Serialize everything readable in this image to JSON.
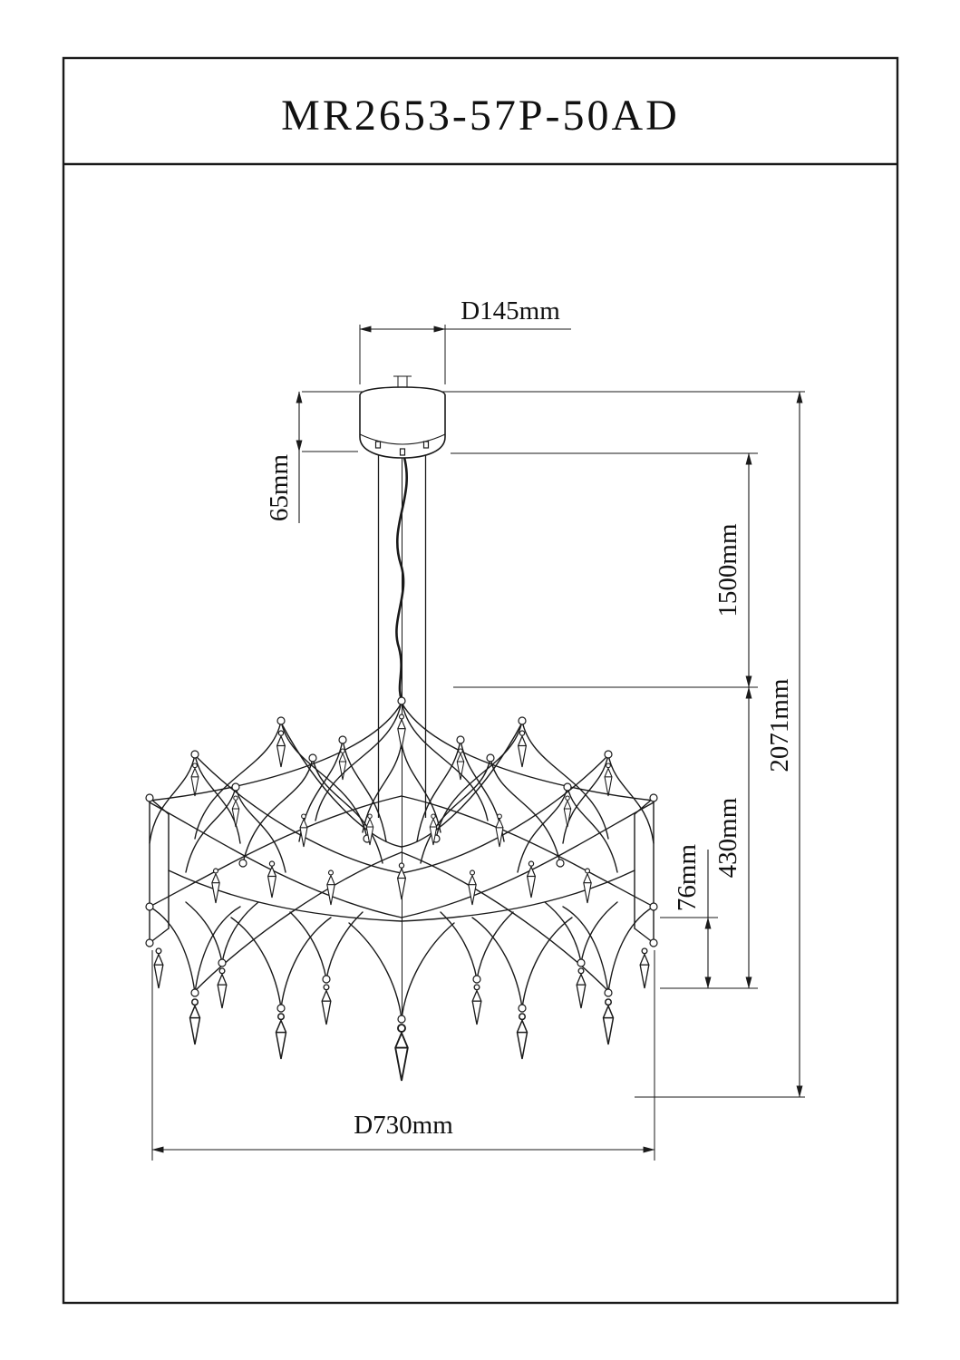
{
  "title": "MR2653-57P-50AD",
  "labels": {
    "canopy_diameter": "D145mm",
    "canopy_height": "65mm",
    "suspension_length": "1500mm",
    "overall_height": "2071mm",
    "body_height": "430mm",
    "crystal_drop": "76mm",
    "body_diameter": "D730mm"
  },
  "colors": {
    "ink": "#1a1a1a",
    "paper": "#ffffff"
  }
}
